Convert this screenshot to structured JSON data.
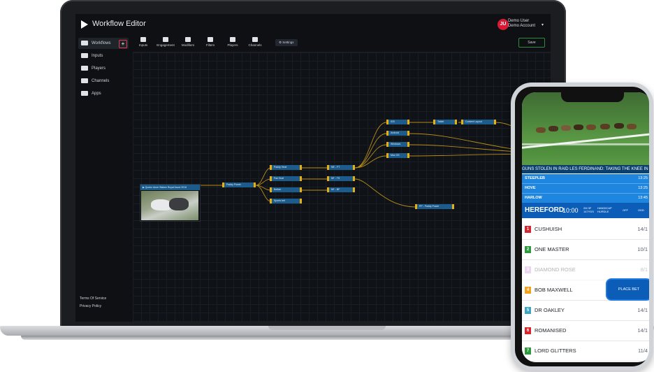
{
  "app": {
    "title": "Workflow Editor",
    "user": {
      "initials": "JU",
      "name": "Demo User",
      "account": "Demo Account"
    }
  },
  "sidebar": {
    "items": [
      {
        "label": "Workflows",
        "icon": "share-icon"
      },
      {
        "label": "Inputs",
        "icon": "camera-icon"
      },
      {
        "label": "Players",
        "icon": "play-icon"
      },
      {
        "label": "Channels",
        "icon": "monitor-icon"
      },
      {
        "label": "Apps",
        "icon": "grid-icon"
      }
    ],
    "add_label": "+",
    "footer": {
      "terms": "Terms Of Service",
      "privacy": "Privacy Policy"
    }
  },
  "toolbar": {
    "tools": [
      "Inputs",
      "Engagement",
      "Modifiers",
      "Filters",
      "Players",
      "Channels"
    ],
    "settings": "Settings",
    "save": "Save"
  },
  "workflow": {
    "input_node": "Queen Anne Stakes Royal Ascot 2016",
    "nodes": [
      "Paddy Power",
      "Paddy Heat",
      "Fan Duel",
      "Betfair",
      "Sports bet",
      "NE - FT",
      "NF - TS",
      "NF - BF",
      "iOS",
      "Android",
      "Windows",
      "Mac OS",
      "Tablet",
      "Content Layout",
      "PP - Paddy Power"
    ]
  },
  "phone": {
    "ticker": "GUNS STOLEN IN RAID    LES FERDINAND: TAKING THE KNEE IN SU",
    "races": [
      {
        "name": "STEEPLEB",
        "time": "13:25"
      },
      {
        "name": "HOVE",
        "time": "13:25"
      },
      {
        "name": "HARLOW",
        "time": "13:45"
      }
    ],
    "current_race": {
      "name": "HEREFORD",
      "time": "10:00",
      "distance": "2M 3F 147YDS",
      "type": "HANDICAP HURDLE",
      "off": "OFF",
      "odd": "ODD"
    },
    "runners": [
      {
        "num": "1",
        "name": "CUSHUISH",
        "odds": "14/1",
        "color": "#d8262f"
      },
      {
        "num": "2",
        "name": "ONE MASTER",
        "odds": "10/1",
        "color": "#2d9a3e"
      },
      {
        "num": "3",
        "name": "DIAMOND ROSE",
        "odds": "8/1",
        "color": "#c58bd6"
      },
      {
        "num": "4",
        "name": "BOB MAXWELL",
        "odds": "",
        "color": "#f2a31b"
      },
      {
        "num": "5",
        "name": "DR OAKLEY",
        "odds": "14/1",
        "color": "#3aa7c4"
      },
      {
        "num": "6",
        "name": "ROMANISED",
        "odds": "14/1",
        "color": "#d8262f"
      },
      {
        "num": "7",
        "name": "LORD GLITTERS",
        "odds": "11/4",
        "color": "#2d9a3e"
      }
    ],
    "place_bet": "PLACE BET"
  },
  "colors": {
    "accent": "#e6b012",
    "node": "#1c5c8c",
    "brand_red": "#d81b34",
    "phone_blue": "#1f86e0"
  }
}
